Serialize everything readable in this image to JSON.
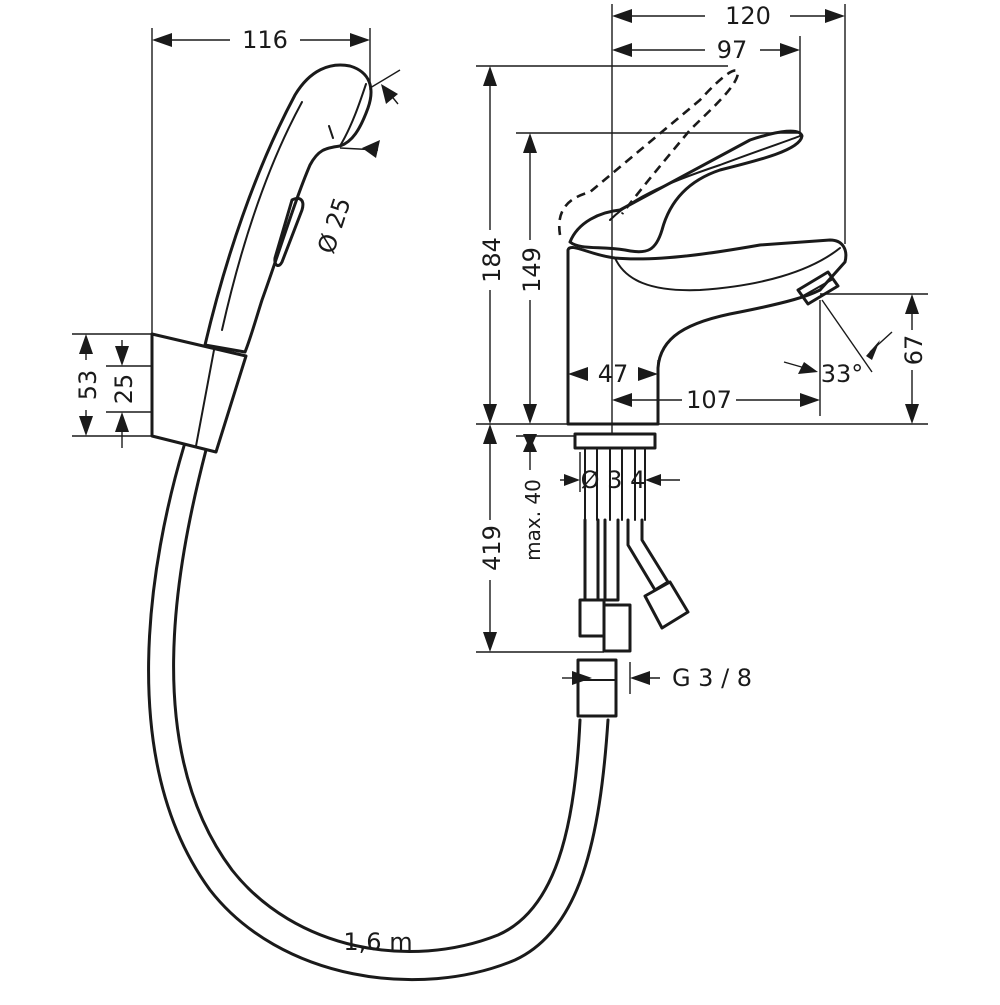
{
  "dimensions": {
    "handshower_width": "116",
    "handshower_diameter": "Ø 25",
    "holder_height": "53",
    "holder_inner": "25",
    "overall_depth": "120",
    "lever_reach": "97",
    "total_height": "184",
    "spout_height": "149",
    "outlet_height": "67",
    "body_width": "47",
    "spout_projection": "107",
    "spray_angle": "33°",
    "tap_hole": "Ø 3 4",
    "max_thickness": "max. 40",
    "hose_length_under": "419",
    "thread": "G 3 / 8",
    "hose_length": "1,6 m"
  },
  "colors": {
    "line": "#1a1a1a",
    "background": "#ffffff"
  }
}
